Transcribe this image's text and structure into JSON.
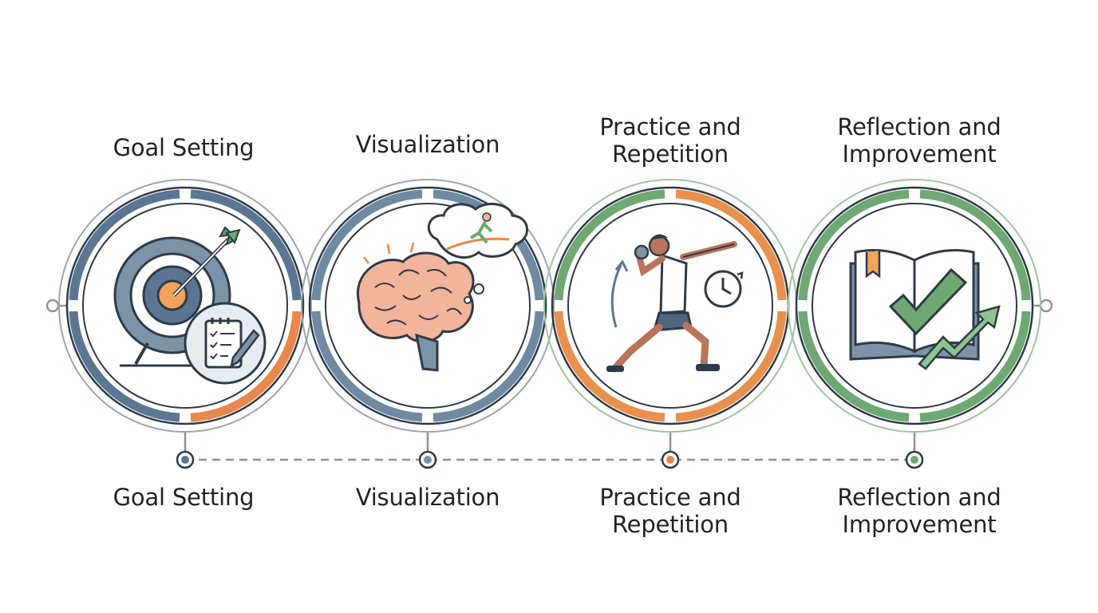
{
  "steps": [
    {
      "title_line1": "Goal Setting",
      "title_line2": "",
      "accent": "#e8884b",
      "ring": "#5b7692"
    },
    {
      "title_line1": "Visualization",
      "title_line2": "",
      "accent": "#7d93a8",
      "ring": "#6f8aa3"
    },
    {
      "title_line1": "Practice and",
      "title_line2": "Repetition",
      "accent": "#e8914f",
      "ring": "#6fa872"
    },
    {
      "title_line1": "Reflection and",
      "title_line2": "Improvement",
      "accent": "#6fa872",
      "ring": "#6fa872"
    }
  ],
  "colors": {
    "navy": "#2e3a48",
    "slate": "#5b7692",
    "orange": "#e8884b",
    "green": "#6fa872",
    "skin": "#f2b49a",
    "dash": "#8a949e"
  }
}
